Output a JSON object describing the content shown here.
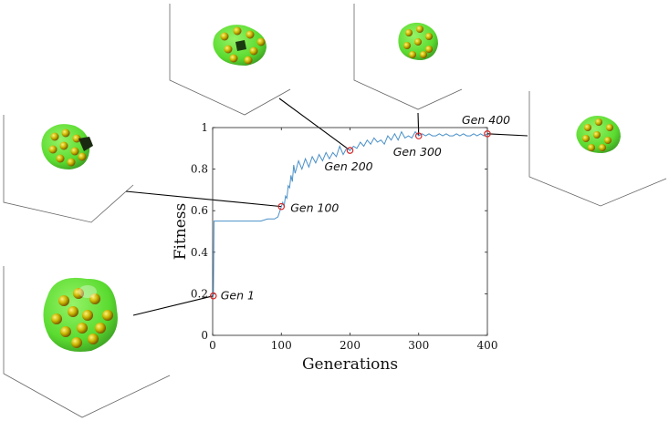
{
  "chart_data": {
    "type": "line",
    "xlabel": "Generations",
    "ylabel": "Fitness",
    "xlim": [
      0,
      400
    ],
    "ylim": [
      0,
      1
    ],
    "xticks": [
      "0",
      "100",
      "200",
      "300",
      "400"
    ],
    "yticks": [
      "0",
      "0.2",
      "0.4",
      "0.6",
      "0.8",
      "1"
    ],
    "grid": false,
    "line_color": "#4a90c8",
    "marker_color": "#d62728",
    "series": [
      {
        "x": [
          0,
          1,
          2,
          3,
          5,
          10,
          20,
          30,
          40,
          50,
          60,
          70,
          80,
          90,
          95,
          100,
          102,
          104,
          106,
          108,
          110,
          112,
          114,
          116,
          118,
          120,
          125,
          130,
          135,
          140,
          145,
          150,
          155,
          160,
          165,
          170,
          175,
          180,
          185,
          190,
          195,
          200,
          205,
          210,
          215,
          220,
          225,
          230,
          235,
          240,
          245,
          250,
          255,
          260,
          265,
          270,
          275,
          280,
          285,
          290,
          295,
          300,
          305,
          310,
          315,
          320,
          325,
          330,
          335,
          340,
          345,
          350,
          355,
          360,
          365,
          370,
          375,
          380,
          385,
          390,
          395,
          400
        ],
        "y": [
          0.19,
          0.19,
          0.55,
          0.55,
          0.55,
          0.55,
          0.55,
          0.55,
          0.55,
          0.55,
          0.55,
          0.55,
          0.56,
          0.56,
          0.57,
          0.62,
          0.64,
          0.62,
          0.67,
          0.66,
          0.72,
          0.71,
          0.77,
          0.74,
          0.82,
          0.78,
          0.84,
          0.8,
          0.85,
          0.81,
          0.86,
          0.83,
          0.87,
          0.84,
          0.88,
          0.85,
          0.88,
          0.86,
          0.91,
          0.87,
          0.9,
          0.89,
          0.91,
          0.9,
          0.93,
          0.91,
          0.94,
          0.92,
          0.95,
          0.93,
          0.94,
          0.92,
          0.96,
          0.94,
          0.97,
          0.94,
          0.98,
          0.95,
          0.96,
          0.95,
          0.98,
          0.96,
          0.97,
          0.96,
          0.97,
          0.96,
          0.96,
          0.97,
          0.96,
          0.97,
          0.96,
          0.96,
          0.97,
          0.96,
          0.97,
          0.96,
          0.96,
          0.97,
          0.96,
          0.97,
          0.96,
          0.97
        ]
      }
    ],
    "annotations": [
      {
        "label": "Gen 1",
        "x": 1,
        "y": 0.19
      },
      {
        "label": "Gen 100",
        "x": 100,
        "y": 0.62
      },
      {
        "label": "Gen 200",
        "x": 200,
        "y": 0.89
      },
      {
        "label": "Gen 300",
        "x": 300,
        "y": 0.96
      },
      {
        "label": "Gen 400",
        "x": 400,
        "y": 0.97
      }
    ]
  },
  "insets": [
    {
      "name": "gen-1",
      "icon": "nanocluster-gen-1",
      "shell_color": "#4cd81e",
      "atom_color": "#c8b400"
    },
    {
      "name": "gen-100",
      "icon": "nanocluster-gen-100",
      "shell_color": "#4cd81e",
      "atom_color": "#c8b400"
    },
    {
      "name": "gen-200",
      "icon": "nanocluster-gen-200",
      "shell_color": "#4cd81e",
      "atom_color": "#c8b400"
    },
    {
      "name": "gen-300",
      "icon": "nanocluster-gen-300",
      "shell_color": "#4cd81e",
      "atom_color": "#c8b400"
    },
    {
      "name": "gen-400",
      "icon": "nanocluster-gen-400",
      "shell_color": "#4cd81e",
      "atom_color": "#c8b400"
    }
  ]
}
